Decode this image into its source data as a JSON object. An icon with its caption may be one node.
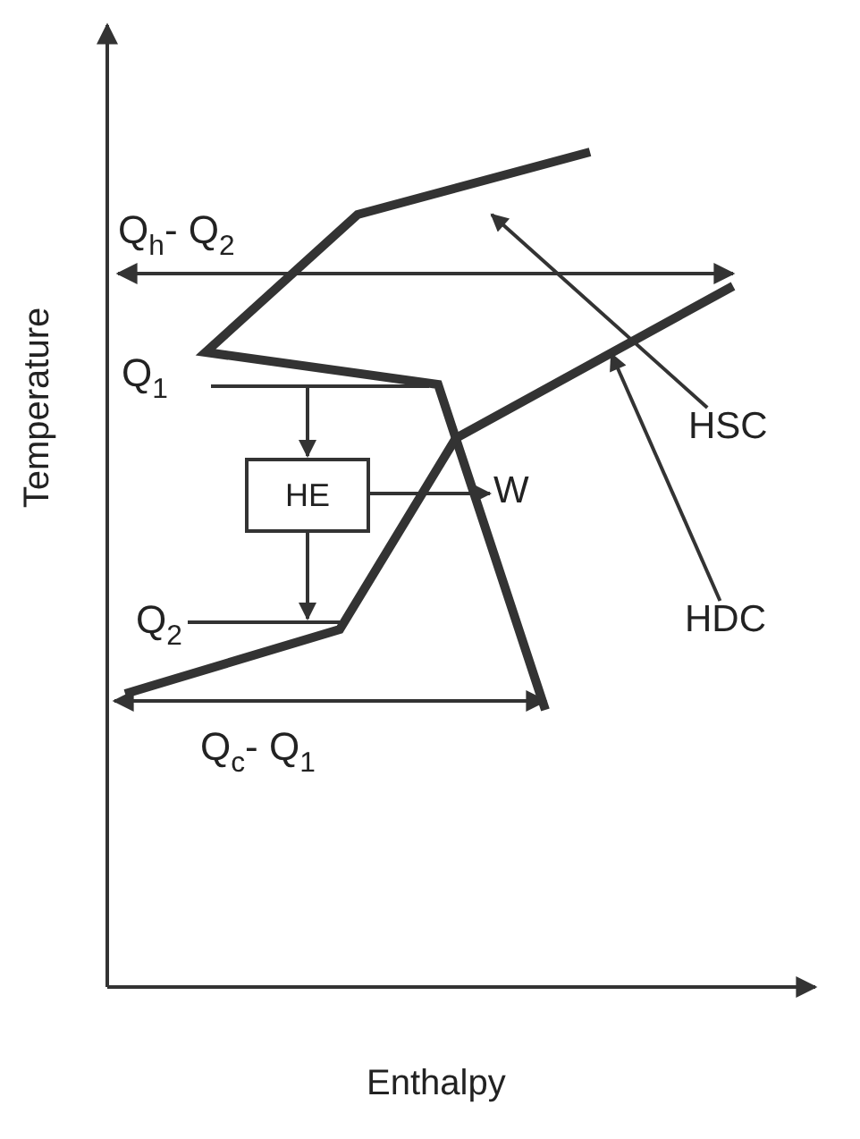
{
  "diagram": {
    "nodes": [
      {
        "text": [],
        "shape": "line"
      },
      {
        "text": [
          "HE"
        ]
      },
      {
        "text": [
          "W"
        ]
      },
      {
        "text": [],
        "shape": "line"
      },
      {
        "text": [
          "HSC"
        ]
      },
      {
        "text": [
          "HDC"
        ]
      }
    ],
    "edges": [
      {
        "from": 0,
        "to": 1,
        "arrow": "to"
      },
      {
        "from": 1,
        "to": 3,
        "arrow": "to"
      },
      {
        "from": 1,
        "to": 2,
        "arrow": "to"
      },
      {
        "from": 4,
        "to": null,
        "arrow": "to"
      },
      {
        "from": 5,
        "to": null,
        "arrow": "to"
      }
    ],
    "labels": [
      "Q$_{h}$- Q$_{2}$",
      "Q$_{1}$",
      "Q$_{2}$",
      "Q$_{c}$- Q$_{1}$",
      "Temperature",
      "Enthalpy"
    ]
  }
}
